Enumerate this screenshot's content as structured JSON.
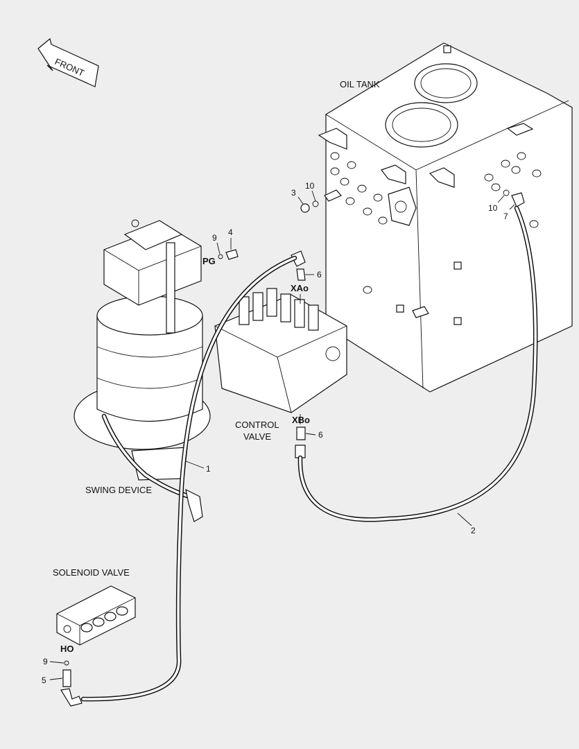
{
  "labels": {
    "front": "FRONT",
    "oil_tank": "OIL TANK",
    "control_valve_line1": "CONTROL",
    "control_valve_line2": "VALVE",
    "swing_device": "SWING DEVICE",
    "solenoid_valve": "SOLENOID VALVE",
    "port_pg": "PG",
    "port_xao": "XAo",
    "port_xbo": "XBo",
    "port_ho": "HO"
  },
  "callouts": {
    "c1": "1",
    "c2": "2",
    "c3": "3",
    "c4": "4",
    "c5": "5",
    "c6a": "6",
    "c6b": "6",
    "c7": "7",
    "c9a": "9",
    "c9b": "9",
    "c10a": "10",
    "c10b": "10"
  }
}
